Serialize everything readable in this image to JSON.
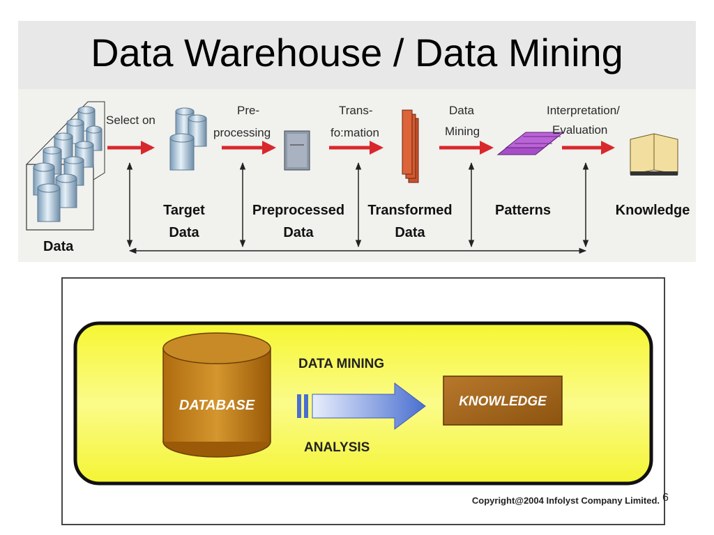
{
  "title": "Data Warehouse / Data Mining",
  "kdd_process": {
    "source_label": "Data",
    "steps": [
      {
        "label_line1": "Select on",
        "label_line2": ""
      },
      {
        "label_line1": "Pre-",
        "label_line2": "processing"
      },
      {
        "label_line1": "Trans-",
        "label_line2": "fo:mation"
      },
      {
        "label_line1": "Data",
        "label_line2": "Mining"
      },
      {
        "label_line1": "Interpretation/",
        "label_line2": "Evaluation"
      }
    ],
    "stages": [
      {
        "line1": "Target",
        "line2": "Data"
      },
      {
        "line1": "Preprocessed",
        "line2": "Data"
      },
      {
        "line1": "Transformed",
        "line2": "Data"
      },
      {
        "line1": "Patterns",
        "line2": ""
      },
      {
        "line1": "Knowledge",
        "line2": ""
      }
    ]
  },
  "mining_diagram": {
    "database_label": "DATABASE",
    "arrow_top_label": "DATA MINING",
    "arrow_bottom_label": "ANALYSIS",
    "knowledge_label": "KNOWLEDGE",
    "copyright": "Copyright@2004 Infolyst Company Limited."
  },
  "page_number": "6",
  "colors": {
    "title_bg": "#e8e8e8",
    "panel_yellow": "#fafa3c",
    "arrow_red": "#d8282c",
    "arrow_blue": "#5b7fd6",
    "database_brown": "#b87a1c"
  }
}
